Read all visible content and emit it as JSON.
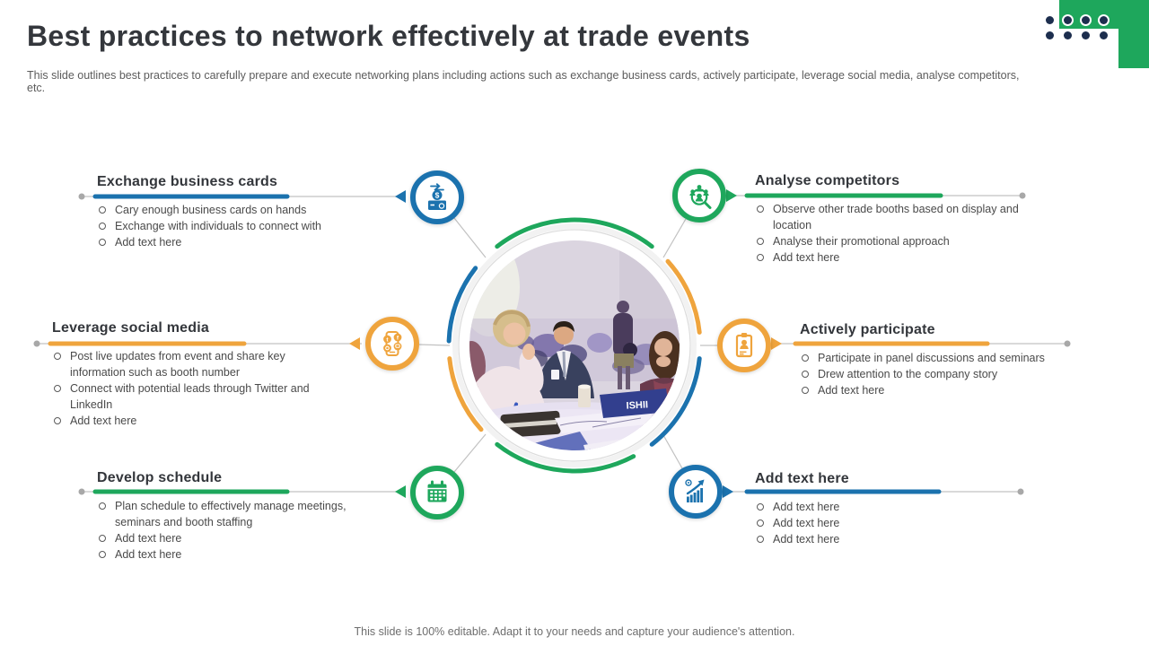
{
  "slide": {
    "title": "Best practices to network effectively at trade events",
    "subtitle": "This slide outlines best practices to carefully prepare and execute networking plans including actions such as exchange business cards, actively participate, leverage social media, analyse competitors, etc.",
    "footer": "This slide is 100% editable. Adapt it to your needs and capture your audience's attention."
  },
  "colors": {
    "blue": "#1B72AE",
    "green": "#1EA75C",
    "orange": "#EFA43D",
    "connector_gray": "#C2C2C2",
    "heading_text": "#33363B",
    "body_text": "#4A4A4A",
    "decoration_navy": "#1D2E4E"
  },
  "photo": {
    "name_card": "ISHII"
  },
  "sections": [
    {
      "id": "exchange-business-cards",
      "title": "Exchange business cards",
      "color": "blue",
      "icon": "cash-exchange-icon",
      "bullets": [
        "Cary enough business cards on hands",
        "Exchange with individuals to connect with",
        "Add text here"
      ]
    },
    {
      "id": "analyse-competitors",
      "title": "Analyse competitors",
      "color": "green",
      "icon": "competitor-search-icon",
      "bullets": [
        "Observe other trade booths based on display and location",
        "Analyse their promotional approach",
        "Add text here"
      ]
    },
    {
      "id": "leverage-social-media",
      "title": "Leverage social media",
      "color": "orange",
      "icon": "social-media-phone-icon",
      "bullets": [
        "Post live updates from event and share key information such as booth number",
        "Connect with potential leads through Twitter and LinkedIn",
        "Add text here"
      ]
    },
    {
      "id": "actively-participate",
      "title": "Actively participate",
      "color": "orange",
      "icon": "clipboard-person-icon",
      "bullets": [
        "Participate in panel discussions and seminars",
        "Drew attention to the company story",
        "Add text here"
      ]
    },
    {
      "id": "develop-schedule",
      "title": "Develop schedule",
      "color": "green",
      "icon": "calendar-icon",
      "bullets": [
        "Plan schedule to effectively manage meetings, seminars and booth staffing",
        "Add text here",
        "Add text here"
      ]
    },
    {
      "id": "add-text-here",
      "title": "Add text here",
      "color": "blue",
      "icon": "growth-chart-icon",
      "bullets": [
        "Add text here",
        "Add text here",
        "Add text here"
      ]
    }
  ]
}
